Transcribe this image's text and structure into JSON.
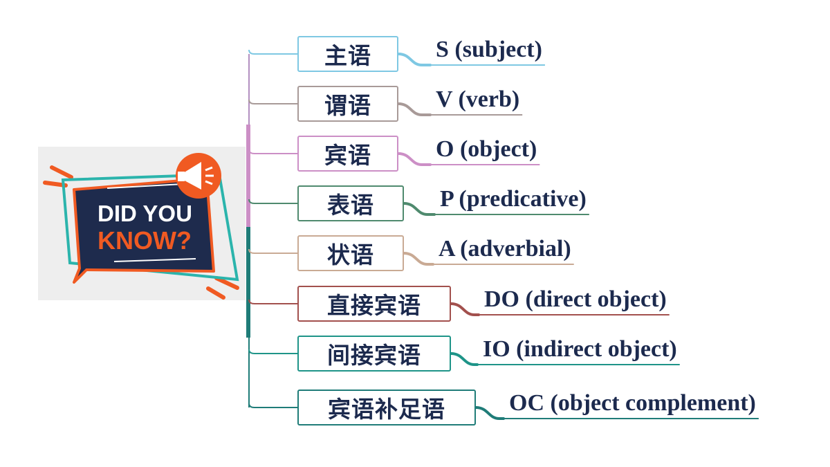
{
  "badge": {
    "line1": "DID YOU",
    "line2": "KNOW?",
    "colors": {
      "navy": "#1e2b4d",
      "orange": "#f05a22",
      "teal": "#2bb4ac",
      "panel": "#eeeeee"
    },
    "icon": "megaphone-icon"
  },
  "items": [
    {
      "zh": "主语",
      "en": "S (subject)",
      "color": "#7ec8e3"
    },
    {
      "zh": "谓语",
      "en": "V (verb)",
      "color": "#a89a98"
    },
    {
      "zh": "宾语",
      "en": "O (object)",
      "color": "#cc8fc6"
    },
    {
      "zh": "表语",
      "en": "P (predicative)",
      "color": "#4f8a6e"
    },
    {
      "zh": "状语",
      "en": "A (adverbial)",
      "color": "#c9aa94"
    },
    {
      "zh": "直接宾语",
      "en": "DO (direct object)",
      "color": "#a2504d"
    },
    {
      "zh": "间接宾语",
      "en": "IO (indirect object)",
      "color": "#1e9488"
    },
    {
      "zh": "宾语补足语",
      "en": "OC (object complement)",
      "color": "#1f7c78"
    }
  ]
}
